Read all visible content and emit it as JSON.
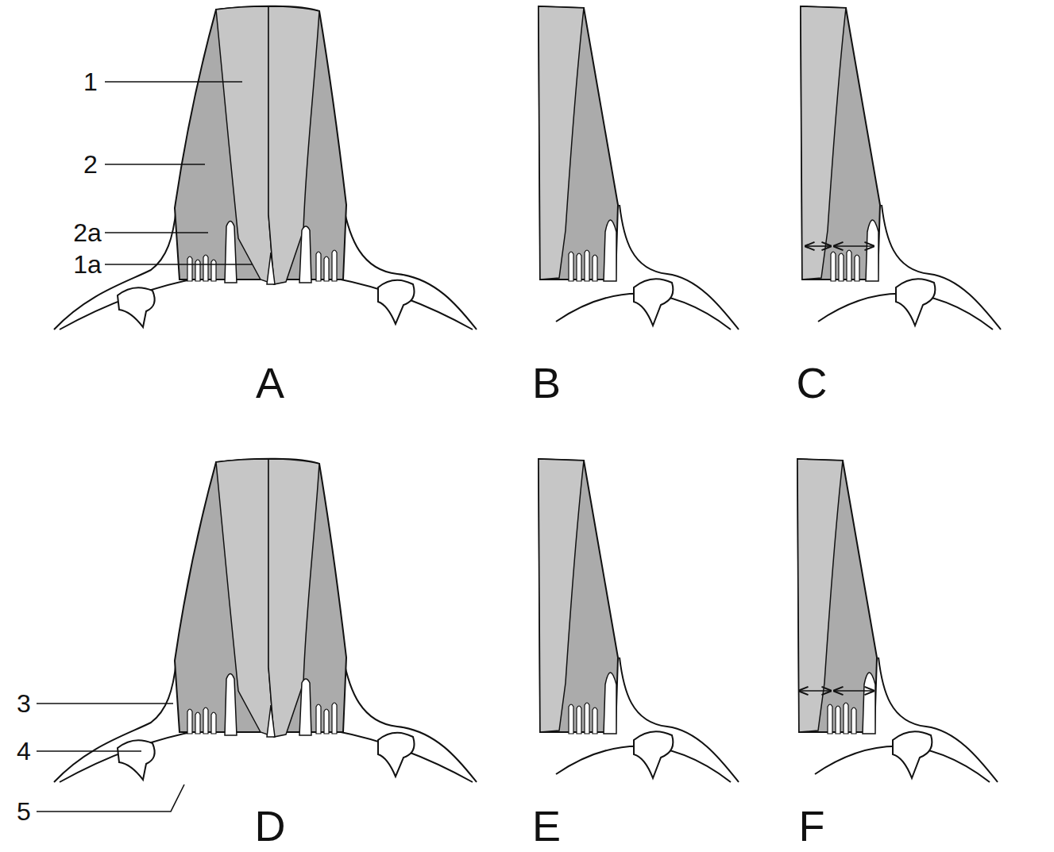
{
  "diagram": {
    "labels": [
      "1",
      "2",
      "2a",
      "1a",
      "A",
      "B",
      "C",
      "3",
      "4",
      "5",
      "D",
      "E",
      "F"
    ]
  }
}
